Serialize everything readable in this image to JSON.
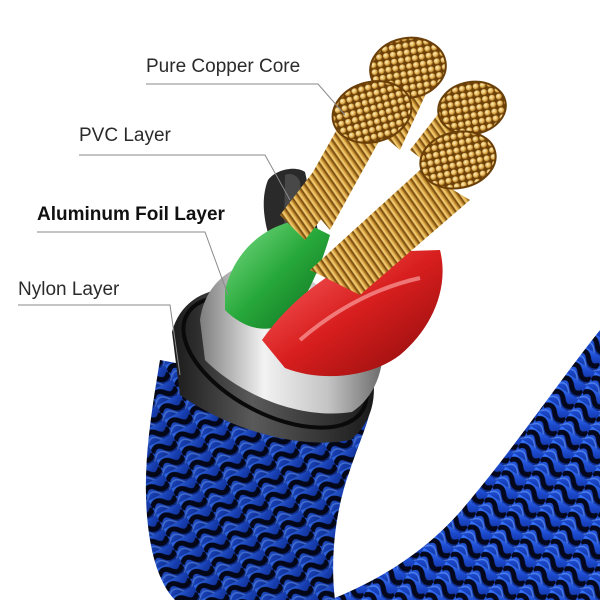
{
  "labels": {
    "copper_core": "Pure Copper Core",
    "pvc_layer": "PVC Layer",
    "aluminum_foil_layer": "Aluminum Foil Layer",
    "nylon_layer": "Nylon Layer"
  },
  "colors": {
    "nylon_blue": "#1f4fd8",
    "nylon_dark": "#0a0f2a",
    "foil_silver": "#d9d9d9",
    "insulation_green": "#27a83a",
    "insulation_red": "#d81e1e",
    "copper_gold": "#d9a441",
    "leader_line": "#8a8a8a"
  }
}
